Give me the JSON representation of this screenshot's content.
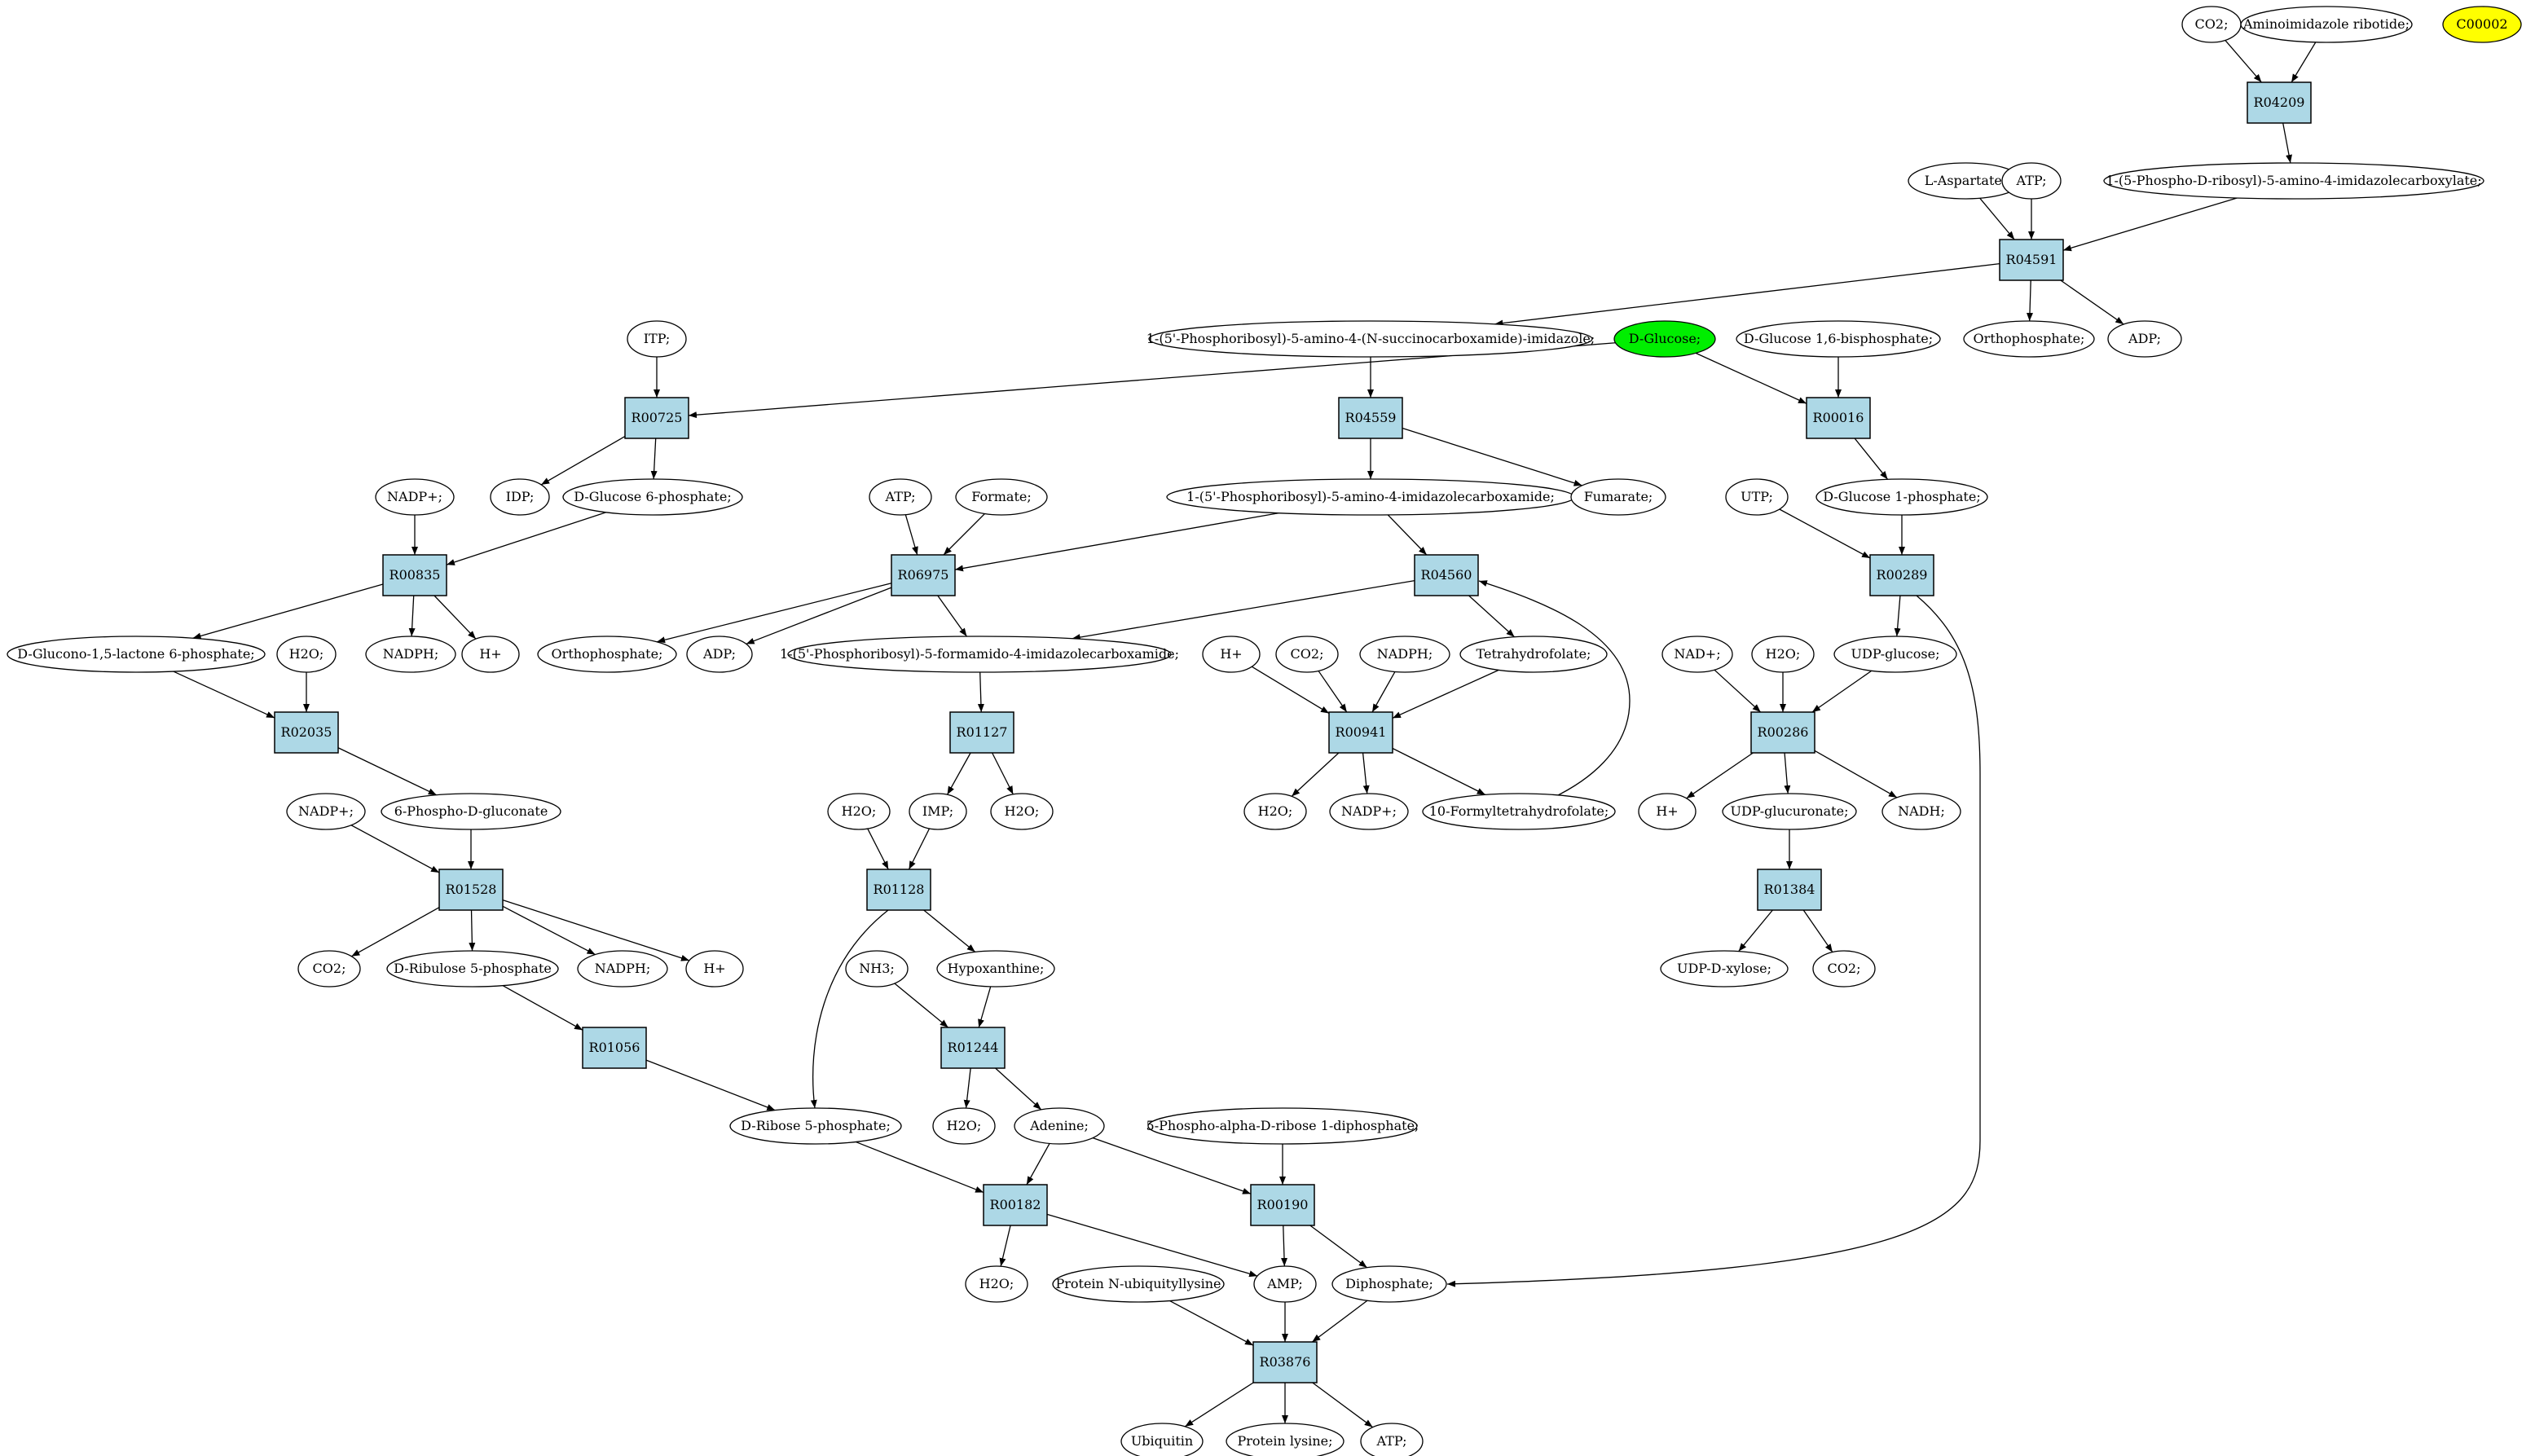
{
  "compounds": {
    "co2_a": "CO2;",
    "aminoimidazole_ribotide": "Aminoimidazole ribotide;",
    "c00002": "C00002",
    "phosphoribosyl_aminoimidazolecarboxylate": "1-(5-Phospho-D-ribosyl)-5-amino-4-imidazolecarboxylate;",
    "l_aspartate": "L-Aspartate;",
    "atp_a": "ATP;",
    "saicar": "1-(5'-Phosphoribosyl)-5-amino-4-(N-succinocarboxamide)-imidazole;",
    "d_glucose": "D-Glucose;",
    "glucose_16_bisphosphate": "D-Glucose 1,6-bisphosphate;",
    "orthophosphate_a": "Orthophosphate;",
    "adp_a": "ADP;",
    "itp": "ITP;",
    "idp": "IDP;",
    "glucose_6_phosphate": "D-Glucose 6-phosphate;",
    "aicar": "1-(5'-Phosphoribosyl)-5-amino-4-imidazolecarboxamide;",
    "fumarate": "Fumarate;",
    "utp": "UTP;",
    "glucose_1_phosphate": "D-Glucose 1-phosphate;",
    "nadp_a": "NADP+;",
    "atp_b": "ATP;",
    "formate": "Formate;",
    "glucono_lactone_6_phosphate": "D-Glucono-1,5-lactone 6-phosphate;",
    "nadph_a": "NADPH;",
    "h_a": "H+",
    "orthophosphate_b": "Orthophosphate;",
    "adp_b": "ADP;",
    "faicar": "1-(5'-Phosphoribosyl)-5-formamido-4-imidazolecarboxamide;",
    "h2o_a": "H2O;",
    "h_b": "H+",
    "co2_b": "CO2;",
    "nadph_b": "NADPH;",
    "tetrahydrofolate": "Tetrahydrofolate;",
    "nad": "NAD+;",
    "h2o_b": "H2O;",
    "udp_glucose": "UDP-glucose;",
    "phospho_d_gluconate": "6-Phospho-D-gluconate",
    "nadp_b": "NADP+;",
    "h2o_c": "H2O;",
    "imp": "IMP;",
    "h2o_d": "H2O;",
    "h2o_e": "H2O;",
    "nadp_c": "NADP+;",
    "formyltetrahydrofolate": "10-Formyltetrahydrofolate;",
    "h_c": "H+",
    "udp_glucuronate": "UDP-glucuronate;",
    "nadh": "NADH;",
    "co2_c": "CO2;",
    "d_ribulose_5_phosphate": "D-Ribulose 5-phosphate",
    "nadph_c": "NADPH;",
    "h_d": "H+",
    "nh3": "NH3;",
    "hypoxanthine": "Hypoxanthine;",
    "udp_d_xylose": "UDP-D-xylose;",
    "co2_d": "CO2;",
    "d_ribose_5_phosphate": "D-Ribose 5-phosphate;",
    "h2o_f": "H2O;",
    "adenine": "Adenine;",
    "prpp": "5-Phospho-alpha-D-ribose 1-diphosphate;",
    "h2o_g": "H2O;",
    "protein_n_ubiquityllysine": "Protein N-ubiquityllysine",
    "amp": "AMP;",
    "diphosphate": "Diphosphate;",
    "ubiquitin": "Ubiquitin",
    "protein_lysine": "Protein lysine;",
    "atp_c": "ATP;"
  },
  "reactions": {
    "R04209": "R04209",
    "R04591": "R04591",
    "R00725": "R00725",
    "R04559": "R04559",
    "R00016": "R00016",
    "R00835": "R00835",
    "R06975": "R06975",
    "R04560": "R04560",
    "R00289": "R00289",
    "R02035": "R02035",
    "R01127": "R01127",
    "R00941": "R00941",
    "R00286": "R00286",
    "R01528": "R01528",
    "R01128": "R01128",
    "R01384": "R01384",
    "R01244": "R01244",
    "R01056": "R01056",
    "R00182": "R00182",
    "R00190": "R00190",
    "R03876": "R03876"
  },
  "highlight_colors": {
    "d_glucose": "#00ee00",
    "c00002": "#ffff00",
    "reaction_fill": "#add8e6"
  }
}
